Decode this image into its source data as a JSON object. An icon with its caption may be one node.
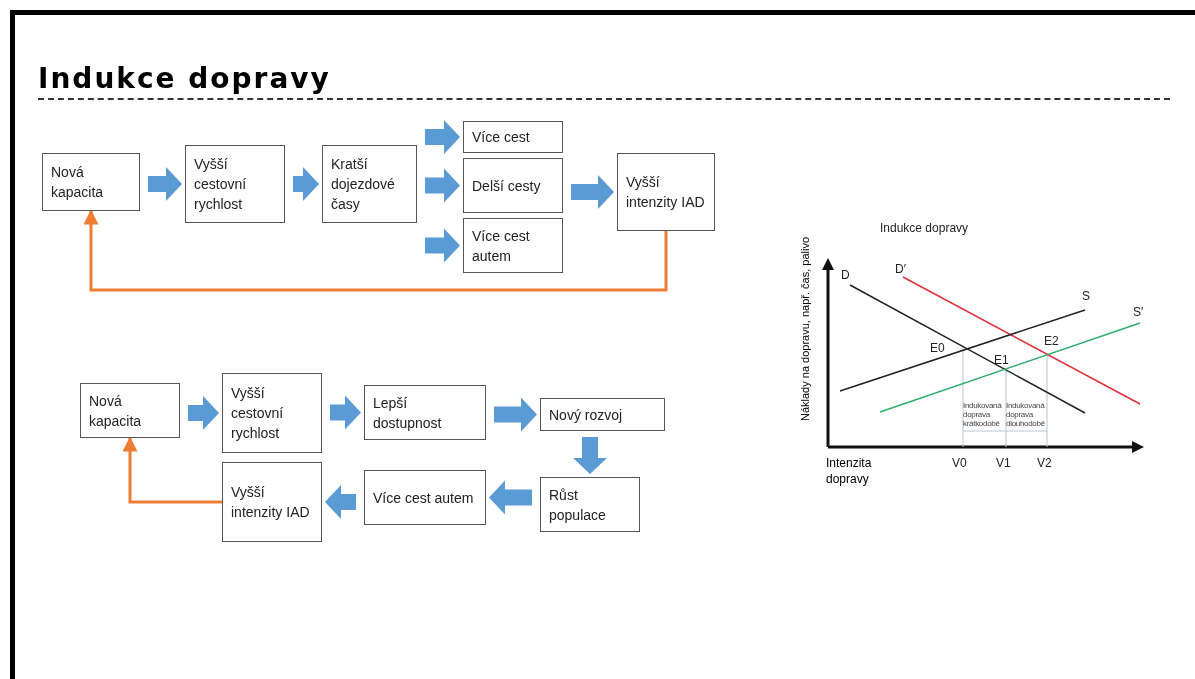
{
  "diagram": {
    "title": "Indukce dopravy",
    "nodes": [
      {
        "text": [
          "Nová kapacita"
        ]
      },
      {
        "text": [
          "Vyšší cestovní rychlost"
        ]
      },
      {
        "text": [
          "Kratší dojezdové časy"
        ]
      },
      {
        "text": [
          "Více cest"
        ]
      },
      {
        "text": [
          "Delší cesty"
        ]
      },
      {
        "text": [
          "Více cest autem"
        ]
      },
      {
        "text": [
          "Vyšší intenzity IAD"
        ]
      },
      {
        "text": [
          "Nová kapacita"
        ]
      },
      {
        "text": [
          "Vyšší cestovní rychlost"
        ]
      },
      {
        "text": [
          "Lepší dostupnost"
        ]
      },
      {
        "text": [
          "Nový rozvoj"
        ]
      },
      {
        "text": [
          "Růst populace"
        ]
      },
      {
        "text": [
          "Více cest autem"
        ]
      },
      {
        "text": [
          "Vyšší intenzity IAD"
        ]
      }
    ],
    "edges": [
      {
        "from": 0,
        "to": 1,
        "arrow": "to"
      },
      {
        "from": 1,
        "to": 2,
        "arrow": "to"
      },
      {
        "from": 2,
        "to": 3,
        "arrow": "to"
      },
      {
        "from": 2,
        "to": 4,
        "arrow": "to"
      },
      {
        "from": 2,
        "to": 5,
        "arrow": "to"
      },
      {
        "from": 4,
        "to": 6,
        "arrow": "to"
      },
      {
        "from": 6,
        "to": 0,
        "arrow": "to",
        "color": "#ed7d31"
      },
      {
        "from": 7,
        "to": 8,
        "arrow": "to"
      },
      {
        "from": 8,
        "to": 9,
        "arrow": "to"
      },
      {
        "from": 9,
        "to": 10,
        "arrow": "to"
      },
      {
        "from": 10,
        "to": 11,
        "arrow": "to"
      },
      {
        "from": 11,
        "to": 12,
        "arrow": "to"
      },
      {
        "from": 12,
        "to": 13,
        "arrow": "to"
      },
      {
        "from": 13,
        "to": 7,
        "arrow": "to",
        "color": "#ed7d31"
      }
    ],
    "labels": [
      "Indukce dopravy",
      "Náklady na dopravu, např. čas, palivo",
      "D′",
      "D",
      "S",
      "S′",
      "E0",
      "E2",
      "E1",
      "Indukovaná doprava krátkodobě",
      "Indukovaná doprava dlouhodobě",
      "Intenzita dopravy",
      "V0",
      "V1",
      "V2"
    ]
  }
}
